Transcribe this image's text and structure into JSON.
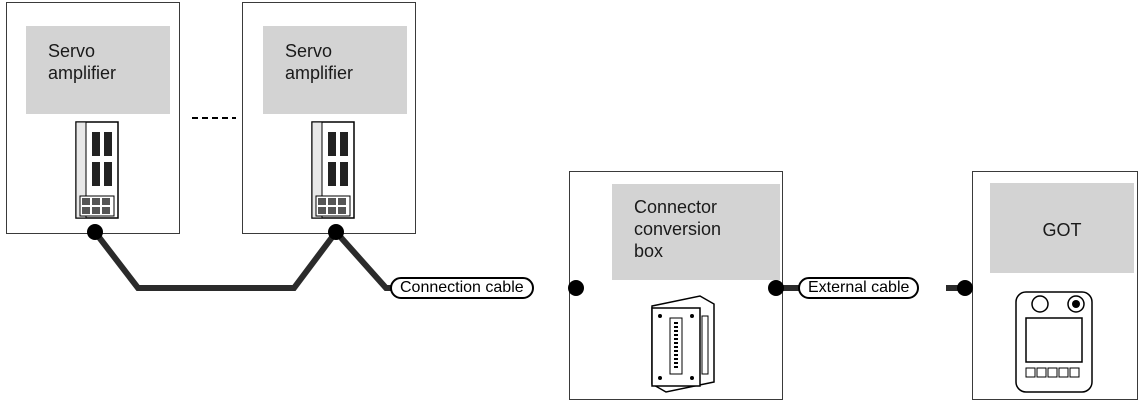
{
  "servo_amplifier_1": {
    "line1": "Servo",
    "line2": "amplifier"
  },
  "servo_amplifier_2": {
    "line1": "Servo",
    "line2": "amplifier"
  },
  "connector_box": {
    "line1": "Connector",
    "line2": "conversion",
    "line3": "box"
  },
  "got": {
    "label": "GOT"
  },
  "cables": {
    "connection": "Connection cable",
    "external": "External cable"
  },
  "colors": {
    "label_fill": "#d3d3d3",
    "cable": "#2b2b2b",
    "border": "#3a3a3a"
  }
}
